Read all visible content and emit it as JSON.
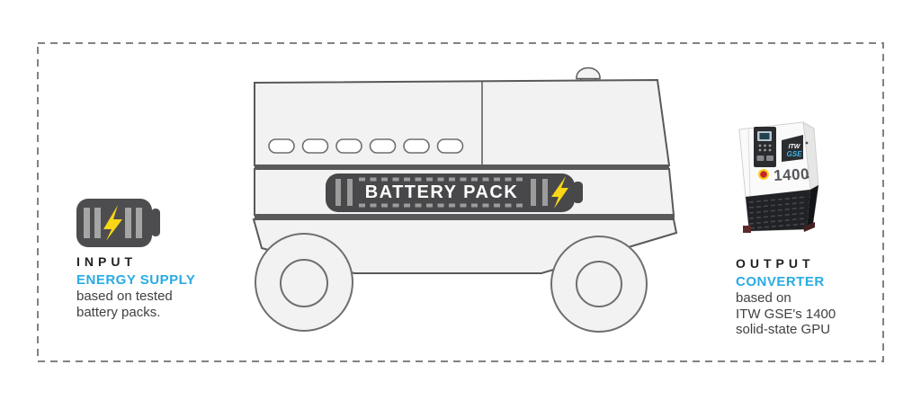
{
  "battery_banner": {
    "label": "BATTERY PACK"
  },
  "input_block": {
    "title": "INPUT",
    "subtitle": "ENERGY SUPPLY",
    "line1": "based on tested",
    "line2": "battery packs."
  },
  "output_block": {
    "title": "OUTPUT",
    "subtitle": "CONVERTER",
    "line1": "based on",
    "line2": "ITW GSE's 1400",
    "line3": "solid-state GPU"
  },
  "gpu_unit": {
    "brand_line1": "ITW",
    "brand_line2": "GSE",
    "model": "1400"
  },
  "colors": {
    "accent_cyan": "#29abe2",
    "bolt_yellow": "#f9d616",
    "banner_dark": "#48484a",
    "outline_gray": "#58595b",
    "body_fill": "#f2f2f2",
    "text_gray": "#414042",
    "title_black": "#231f20",
    "border_dash_gray": "#828282"
  }
}
